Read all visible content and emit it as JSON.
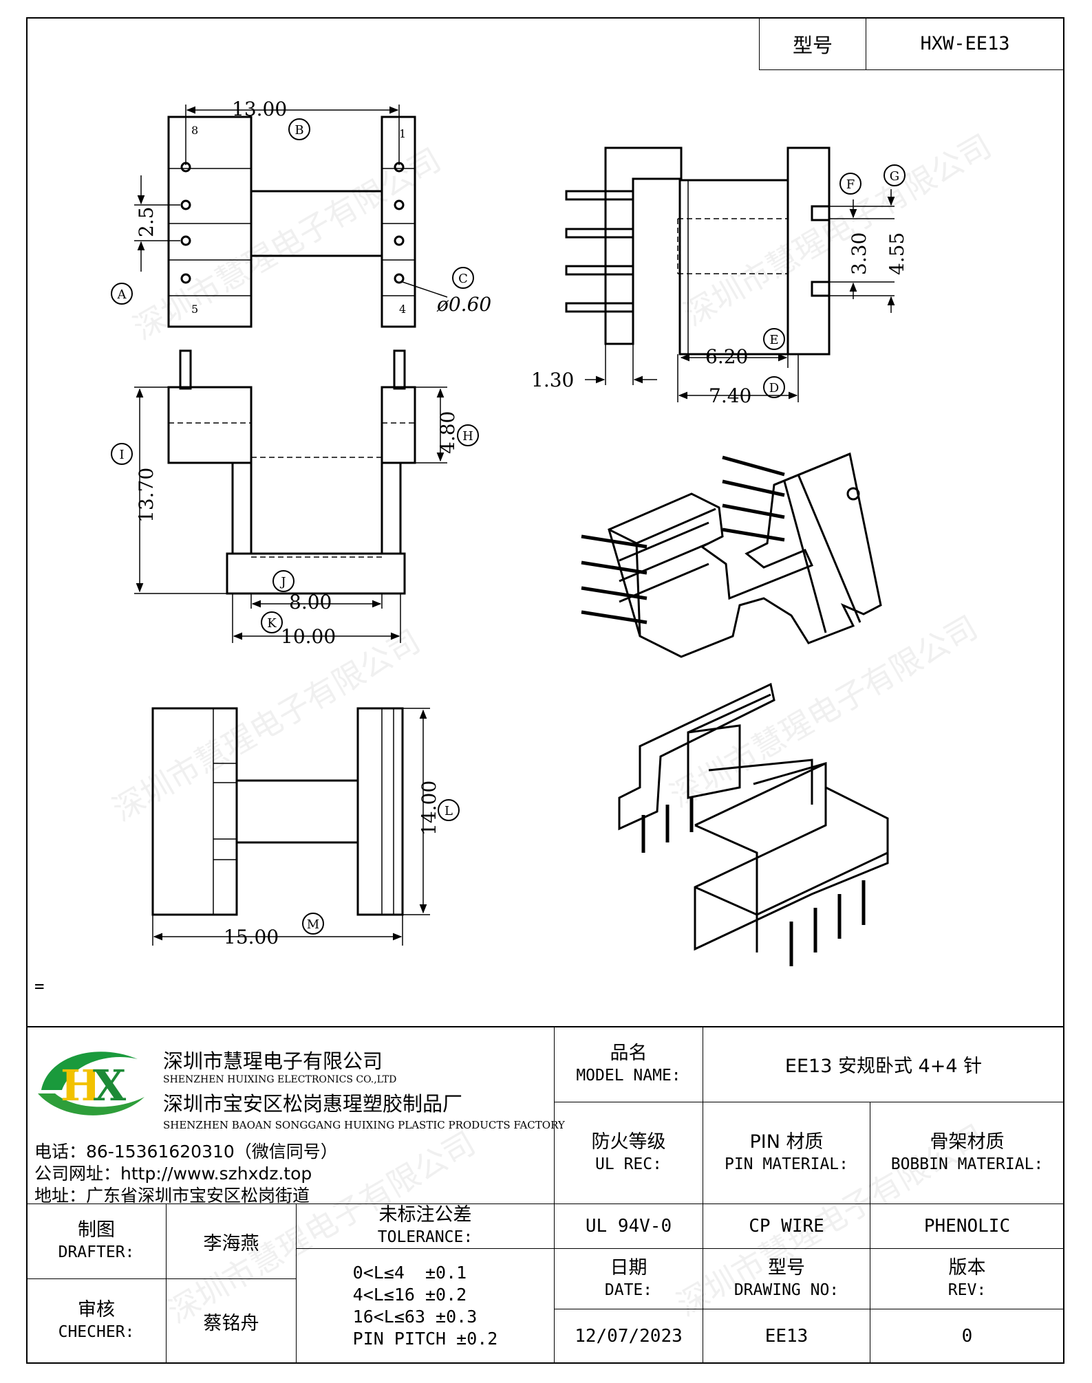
{
  "header": {
    "model_label": "型号",
    "model_value": "HXW-EE13"
  },
  "watermark": "深圳市慧瑆电子有限公司",
  "drawing": {
    "dim_a": "13.00",
    "dim_b": "2.5",
    "dim_c": "ø0.60",
    "dim_d": "13.70",
    "dim_e": "4.80",
    "dim_f": "8.00",
    "dim_g": "10.00",
    "dim_h": "14.00",
    "dim_i": "15.00",
    "dim_j": "1.30",
    "dim_k": "6.20",
    "dim_l": "7.40",
    "dim_m": "3.30",
    "dim_n": "4.55",
    "circ": {
      "a": "A",
      "b": "B",
      "c": "C",
      "d": "D",
      "e": "E",
      "f": "F",
      "g": "G",
      "h": "H",
      "i": "I",
      "j": "J",
      "k": "K",
      "l": "L",
      "m": "M"
    },
    "pin_num_top_left": "8",
    "pin_num_top_right": "1",
    "pin_num_bot_left": "5",
    "pin_num_bot_right": "4"
  },
  "note_mark": "=",
  "company": {
    "logo_text": "HX",
    "name_cn": "深圳市慧瑆电子有限公司",
    "name_en": "SHENZHEN HUIXING ELECTRONICS CO.,LTD",
    "factory_cn": "深圳市宝安区松岗惠瑆塑胶制品厂",
    "factory_en": "SHENZHEN BAOAN SONGGANG HUIXING PLASTIC PRODUCTS FACTORY",
    "phone": "电话：86-15361620310（微信同号）",
    "website": "公司网址：http://www.szhxdz.top",
    "address": "地址：广东省深圳市宝安区松岗街道"
  },
  "title_block": {
    "model_name_cn": "品名",
    "model_name_en": "MODEL NAME:",
    "model_name_value": "EE13 安规卧式 4+4 针",
    "ul_cn": "防火等级",
    "ul_en": "UL REC:",
    "ul_value": "UL 94V-0",
    "pin_cn": "PIN 材质",
    "pin_en": "PIN MATERIAL:",
    "pin_value": "CP WIRE",
    "bobbin_cn": "骨架材质",
    "bobbin_en": "BOBBIN MATERIAL:",
    "bobbin_value": "PHENOLIC",
    "drafter_cn": "制图",
    "drafter_en": "DRAFTER:",
    "drafter_value": "李海燕",
    "checker_cn": "审核",
    "checker_en": "CHECHER:",
    "checker_value": "蔡铭舟",
    "tolerance_cn": "未标注公差",
    "tolerance_en": "TOLERANCE:",
    "tolerances": [
      "0<L≤4  ±0.1",
      "4<L≤16 ±0.2",
      "16<L≤63 ±0.3",
      "PIN PITCH ±0.2"
    ],
    "date_cn": "日期",
    "date_en": "DATE:",
    "date_value": "12/07/2023",
    "drawing_cn": "型号",
    "drawing_en": "DRAWING NO:",
    "drawing_value": "EE13",
    "rev_cn": "版本",
    "rev_en": "REV:",
    "rev_value": "0"
  }
}
